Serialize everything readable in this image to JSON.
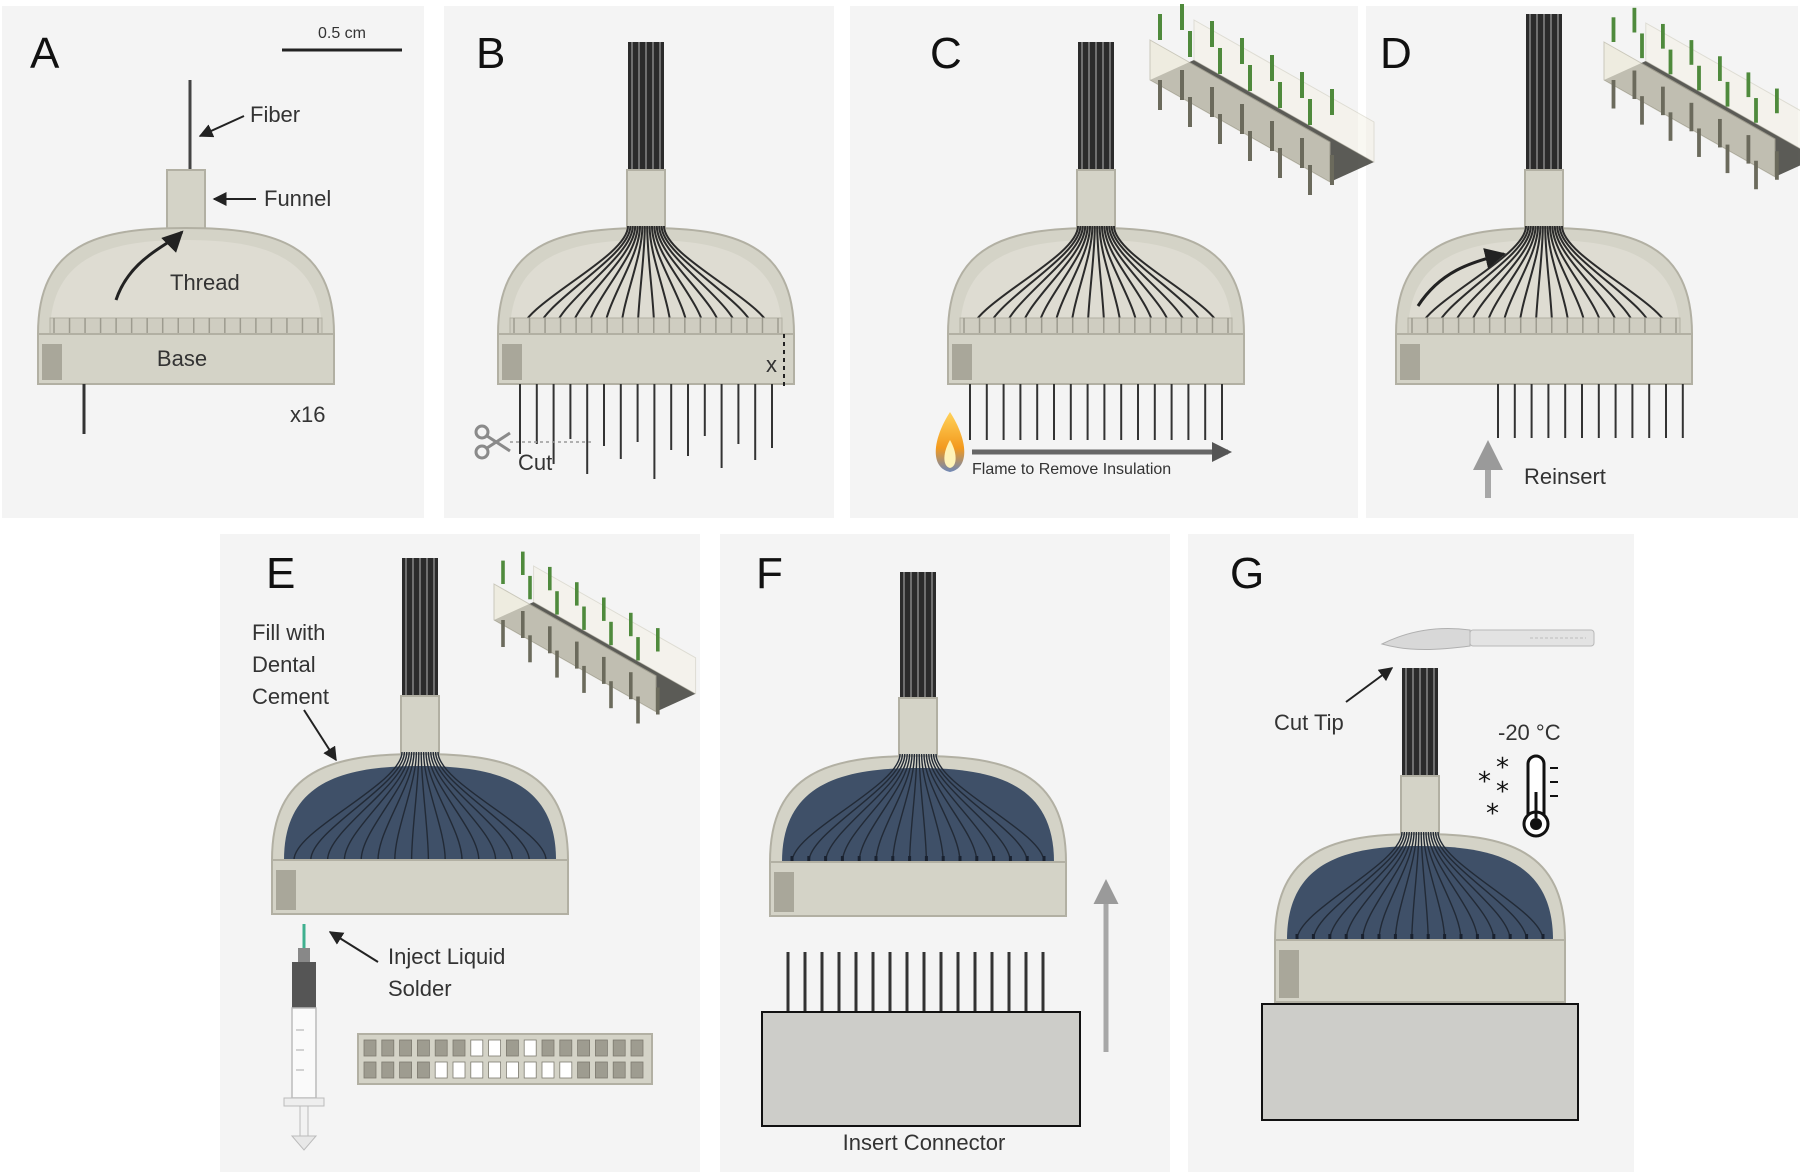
{
  "panel_letters": [
    "A",
    "B",
    "C",
    "D",
    "E",
    "F",
    "G"
  ],
  "labels": {
    "scale_bar": "0.5 cm",
    "fiber": "Fiber",
    "funnel": "Funnel",
    "thread": "Thread",
    "base": "Base",
    "count": "x16",
    "x_mark": "x",
    "cut": "Cut",
    "flame": "Flame to Remove Insulation",
    "reinsert": "Reinsert",
    "fill_1": "Fill with",
    "fill_2": "Dental",
    "fill_3": "Cement",
    "inject_1": "Inject Liquid",
    "inject_2": "Solder",
    "insert_connector": "Insert Connector",
    "cut_tip": "Cut Tip",
    "temperature": "-20 °C"
  },
  "colors": {
    "panel_bg": "#f4f4f4",
    "device": "#d4d3c7",
    "device_edge": "#b2b0a3",
    "cement": "#3f5068",
    "wire": "#2b2b2b",
    "pin_green": "#4f8a3c",
    "arrow_gray": "#a7a7a7",
    "connector": "#cdcdc9"
  },
  "icons": [
    "scissors-icon",
    "flame-icon",
    "syringe-icon",
    "scalpel-icon",
    "thermometer-icon",
    "snowflake-icon"
  ]
}
